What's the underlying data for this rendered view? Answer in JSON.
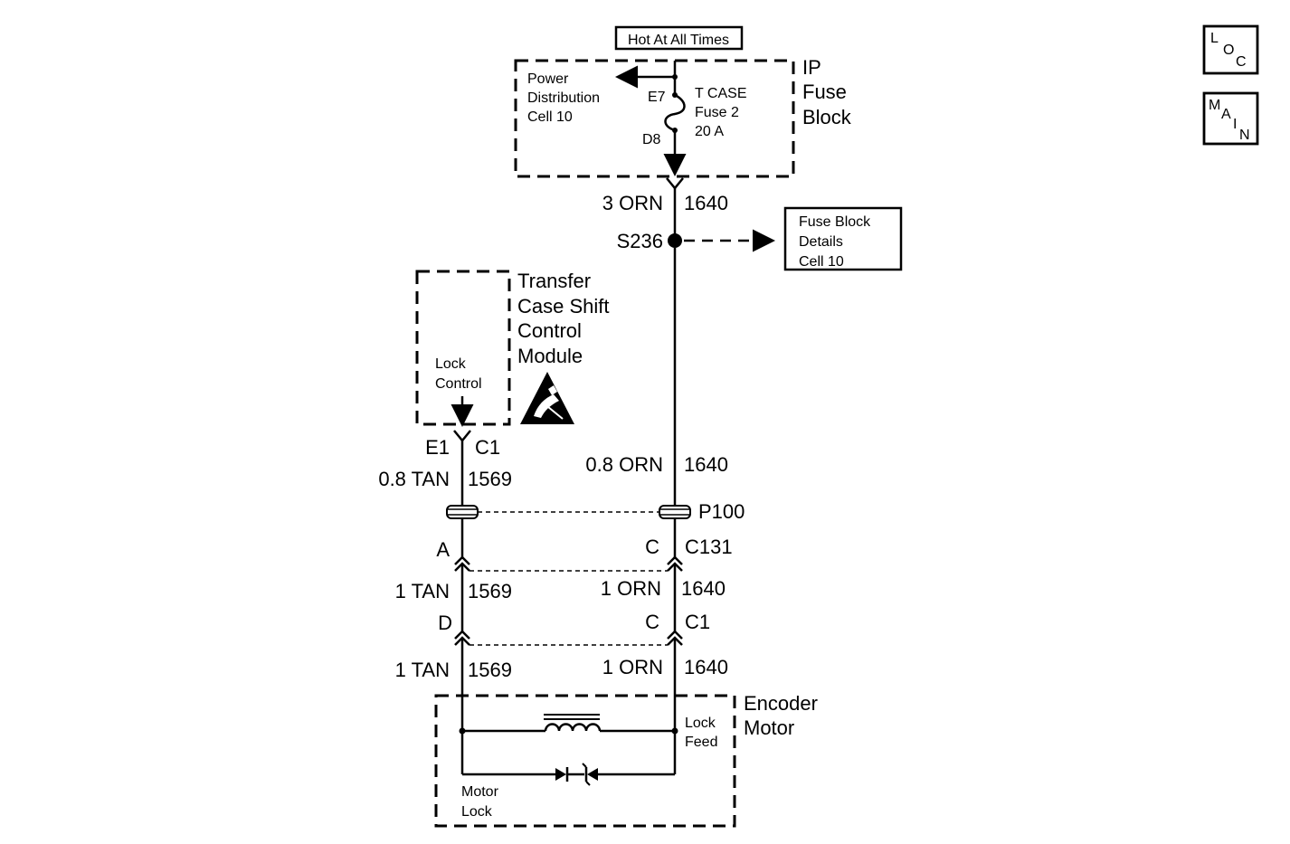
{
  "supply": {
    "hot_label": "Hot At All Times",
    "fuse_block_title": [
      "IP",
      "Fuse",
      "Block"
    ],
    "power_dist": [
      "Power",
      "Distribution",
      "Cell 10"
    ],
    "fuse_pin_top": "E7",
    "fuse_pin_bottom": "D8",
    "fuse_name": [
      "T CASE",
      "Fuse 2",
      "20 A"
    ]
  },
  "feed": {
    "wire_gauge_color": "3 ORN",
    "circuit": "1640",
    "splice": "S236",
    "splice_ref": [
      "Fuse Block",
      "Details",
      "Cell 10"
    ]
  },
  "tcscm": {
    "title": [
      "Transfer",
      "Case Shift",
      "Control",
      "Module"
    ],
    "pin_label": [
      "Lock",
      "Control"
    ],
    "esd_icon": "esd-warning-triangle"
  },
  "left_branch": {
    "pin": "E1",
    "connector": "C1",
    "wire1": "0.8 TAN",
    "circuit1": "1569",
    "c131_pin": "A",
    "wire2": "1 TAN",
    "circuit2": "1569",
    "c1_pin": "D",
    "wire3": "1 TAN",
    "circuit3": "1569"
  },
  "right_branch": {
    "wire1": "0.8 ORN",
    "circuit1": "1640",
    "pass_through": "P100",
    "c131_pin": "C",
    "c131": "C131",
    "wire2": "1 ORN",
    "circuit2": "1640",
    "c1_pin": "C",
    "c1": "C1",
    "wire3": "1 ORN",
    "circuit3": "1640"
  },
  "encoder": {
    "title": [
      "Encoder",
      "Motor"
    ],
    "feed_label": [
      "Lock",
      "Feed"
    ],
    "lock_label": [
      "Motor",
      "Lock"
    ]
  },
  "nav": {
    "loc": [
      "L",
      "O",
      "C"
    ],
    "main": [
      "M",
      "A",
      "I",
      "N"
    ]
  }
}
